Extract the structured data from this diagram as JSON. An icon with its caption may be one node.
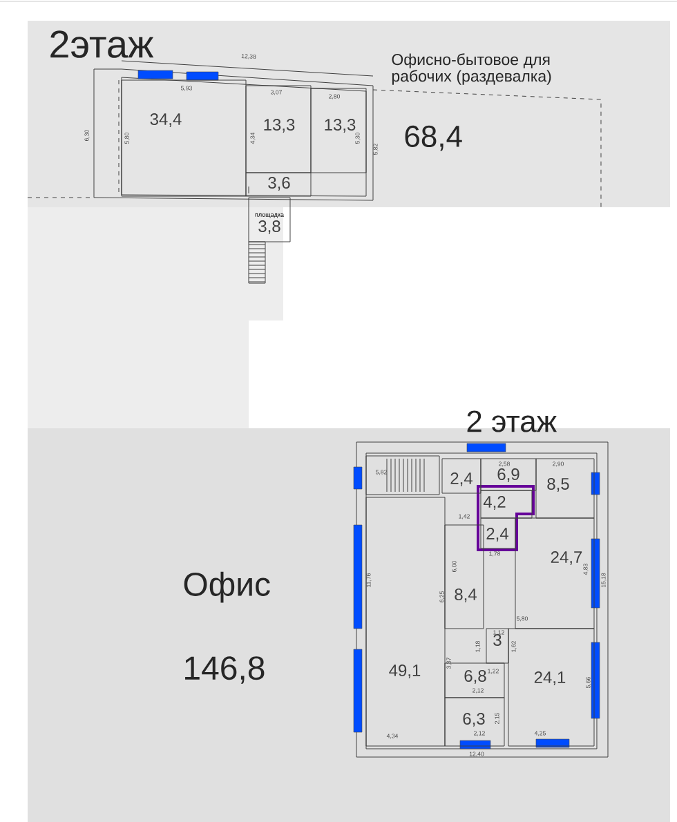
{
  "diagram": {
    "nodes": [
      {
        "text": [
          "34,4"
        ]
      },
      {
        "text": [
          "13,3"
        ]
      },
      {
        "text": [
          "13,3"
        ]
      },
      {
        "text": [
          "3,6"
        ]
      },
      {
        "text": [
          "площадка",
          "3,8"
        ]
      },
      {
        "text": [
          "2,4"
        ]
      },
      {
        "text": [
          "6,9"
        ]
      },
      {
        "text": [
          "8,5"
        ]
      },
      {
        "text": [
          "4,2"
        ]
      },
      {
        "text": [
          "2,4"
        ]
      },
      {
        "text": [
          "24,7"
        ]
      },
      {
        "text": [
          "8,4"
        ]
      },
      {
        "text": [
          "49,1"
        ]
      },
      {
        "text": [
          "3"
        ]
      },
      {
        "text": [
          "6,8"
        ]
      },
      {
        "text": [
          "24,1"
        ]
      },
      {
        "text": [
          "6,3"
        ]
      }
    ],
    "labels": [
      "2этаж",
      "Офисно-бытовое для рабочих (раздевалка)",
      "12,38",
      "5,93",
      "3,07",
      "2,80",
      "6,30",
      "5,80",
      "4,34",
      "5,30",
      "5,82",
      "68,4",
      "2 этаж",
      "5,82",
      "2,58",
      "2,90",
      "1,42",
      "1,78",
      "6,00",
      "11,76",
      "4,83",
      "15,18",
      "6,25",
      "Офис",
      "5,80",
      "1,12",
      "1,18",
      "1,62",
      "3,37",
      "1,22",
      "2,12",
      "146,8",
      "2,15",
      "5,66",
      "4,34",
      "2,12",
      "4,25",
      "12,40"
    ]
  }
}
